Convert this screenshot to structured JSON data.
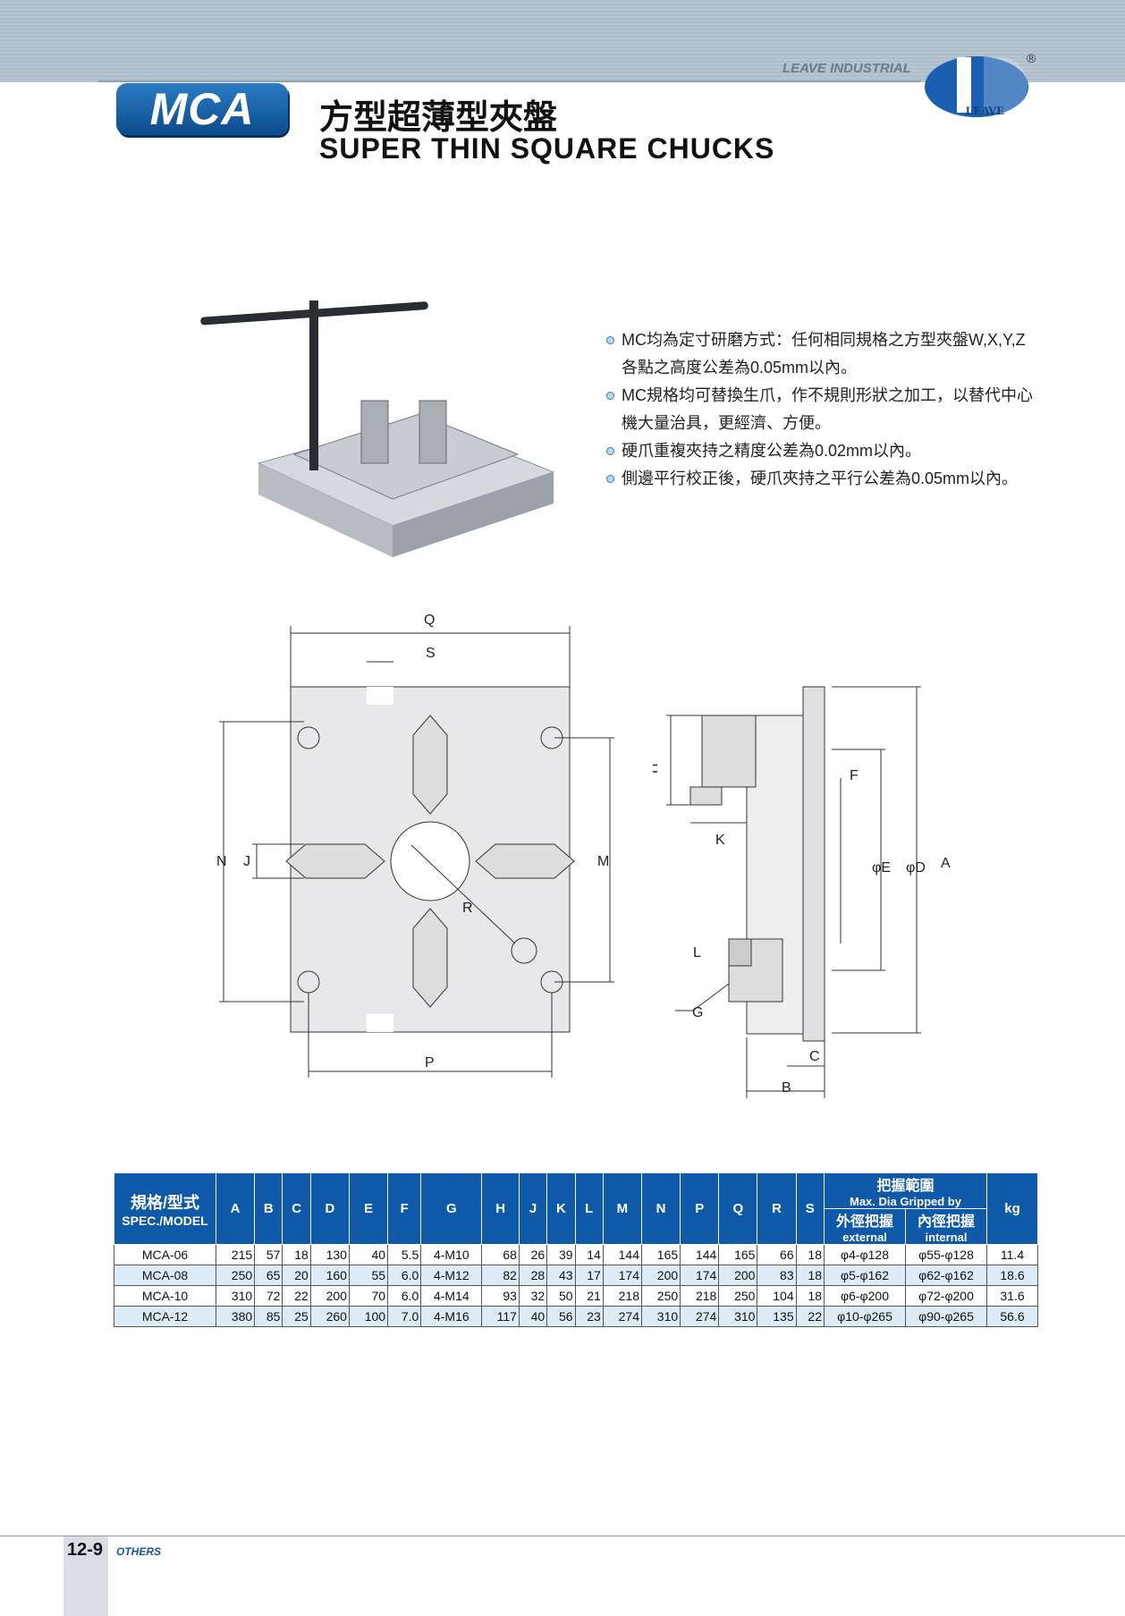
{
  "header": {
    "brand": "LEAVE INDUSTRIAL",
    "logo_text": "LEAVE",
    "registered": "®",
    "badge": "MCA",
    "title_zh": "方型超薄型夾盤",
    "title_en": "SUPER THIN SQUARE CHUCKS"
  },
  "features": [
    {
      "line1": "MC均為定寸研磨方式：任何相同規格之方型夾盤W,X,Y,Z",
      "line2": "各點之高度公差為0.05mm以內。"
    },
    {
      "line1": "MC規格均可替換生爪，作不規則形狀之加工，以替代中心",
      "line2": "機大量治具，更經濟、方便。"
    },
    {
      "line1": "硬爪重複夾持之精度公差為0.02mm以內。",
      "line2": ""
    },
    {
      "line1": "側邊平行校正後，硬爪夾持之平行公差為0.05mm以內。",
      "line2": ""
    }
  ],
  "drawing": {
    "front": {
      "Q": "Q",
      "S": "S",
      "N": "N",
      "J": "J",
      "M": "M",
      "R": "R",
      "P": "P"
    },
    "side": {
      "H": "H",
      "F": "F",
      "K": "K",
      "E": "φE",
      "D": "φD",
      "A": "A",
      "L": "L",
      "G": "G",
      "C": "C",
      "B": "B"
    }
  },
  "table": {
    "spec_zh": "規格/型式",
    "spec_en": "SPEC./MODEL",
    "cols": [
      "A",
      "B",
      "C",
      "D",
      "E",
      "F",
      "G",
      "H",
      "J",
      "K",
      "L",
      "M",
      "N",
      "P",
      "Q",
      "R",
      "S"
    ],
    "grip_zh": "把握範圍",
    "grip_en": "Max. Dia Gripped by",
    "ext_zh": "外徑把握",
    "ext_en": "external",
    "int_zh": "內徑把握",
    "int_en": "internal",
    "kg": "kg",
    "rows": [
      [
        "MCA-06",
        "215",
        "57",
        "18",
        "130",
        "40",
        "5.5",
        "4-M10",
        "68",
        "26",
        "39",
        "14",
        "144",
        "165",
        "144",
        "165",
        "66",
        "18",
        "φ4-φ128",
        "φ55-φ128",
        "11.4"
      ],
      [
        "MCA-08",
        "250",
        "65",
        "20",
        "160",
        "55",
        "6.0",
        "4-M12",
        "82",
        "28",
        "43",
        "17",
        "174",
        "200",
        "174",
        "200",
        "83",
        "18",
        "φ5-φ162",
        "φ62-φ162",
        "18.6"
      ],
      [
        "MCA-10",
        "310",
        "72",
        "22",
        "200",
        "70",
        "6.0",
        "4-M14",
        "93",
        "32",
        "50",
        "21",
        "218",
        "250",
        "218",
        "250",
        "104",
        "18",
        "φ6-φ200",
        "φ72-φ200",
        "31.6"
      ],
      [
        "MCA-12",
        "380",
        "85",
        "25",
        "260",
        "100",
        "7.0",
        "4-M16",
        "117",
        "40",
        "56",
        "23",
        "274",
        "310",
        "274",
        "310",
        "135",
        "22",
        "φ10-φ265",
        "φ90-φ265",
        "56.6"
      ]
    ]
  },
  "footer": {
    "page": "12-9",
    "section": "OTHERS"
  }
}
